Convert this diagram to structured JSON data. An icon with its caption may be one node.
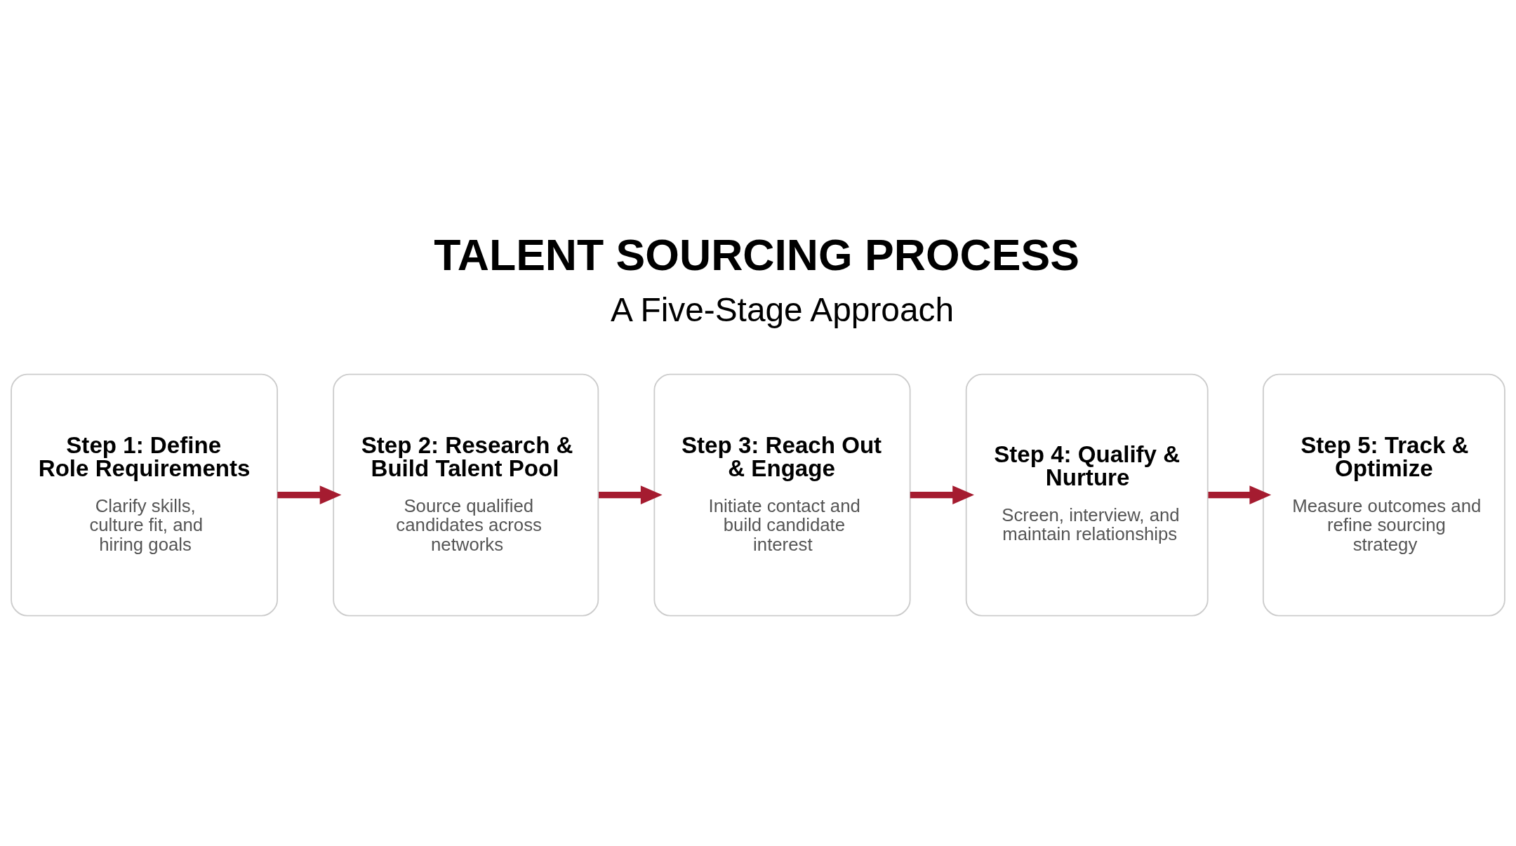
{
  "diagram": {
    "title": "TALENT SOURCING PROCESS",
    "nodes": [
      {
        "text": [
          "Step 1: Define Role Requirements",
          "Clarify skills, culture fit, and hiring goals"
        ]
      },
      {
        "text": [
          "Step 2: Research & Build Talent Pool",
          "Source qualified candidates across networks"
        ]
      },
      {
        "text": [
          "Step 3: Reach Out & Engage",
          "Initiate contact and build candidate interest"
        ]
      },
      {
        "text": [
          "Step 4: Qualify & Nurture",
          "Screen, interview, and maintain relationships"
        ]
      },
      {
        "text": [
          "Step 5: Track & Optimize",
          "Measure outcomes and refine sourcing strategy"
        ]
      }
    ],
    "edges": [
      {
        "from": 0,
        "to": 1,
        "arrow": "to"
      },
      {
        "from": 1,
        "to": 2,
        "arrow": "to"
      },
      {
        "from": 2,
        "to": 3,
        "arrow": "to"
      },
      {
        "from": 3,
        "to": 4,
        "arrow": "to"
      }
    ],
    "labels": [
      "A Five-Stage Approach"
    ]
  }
}
